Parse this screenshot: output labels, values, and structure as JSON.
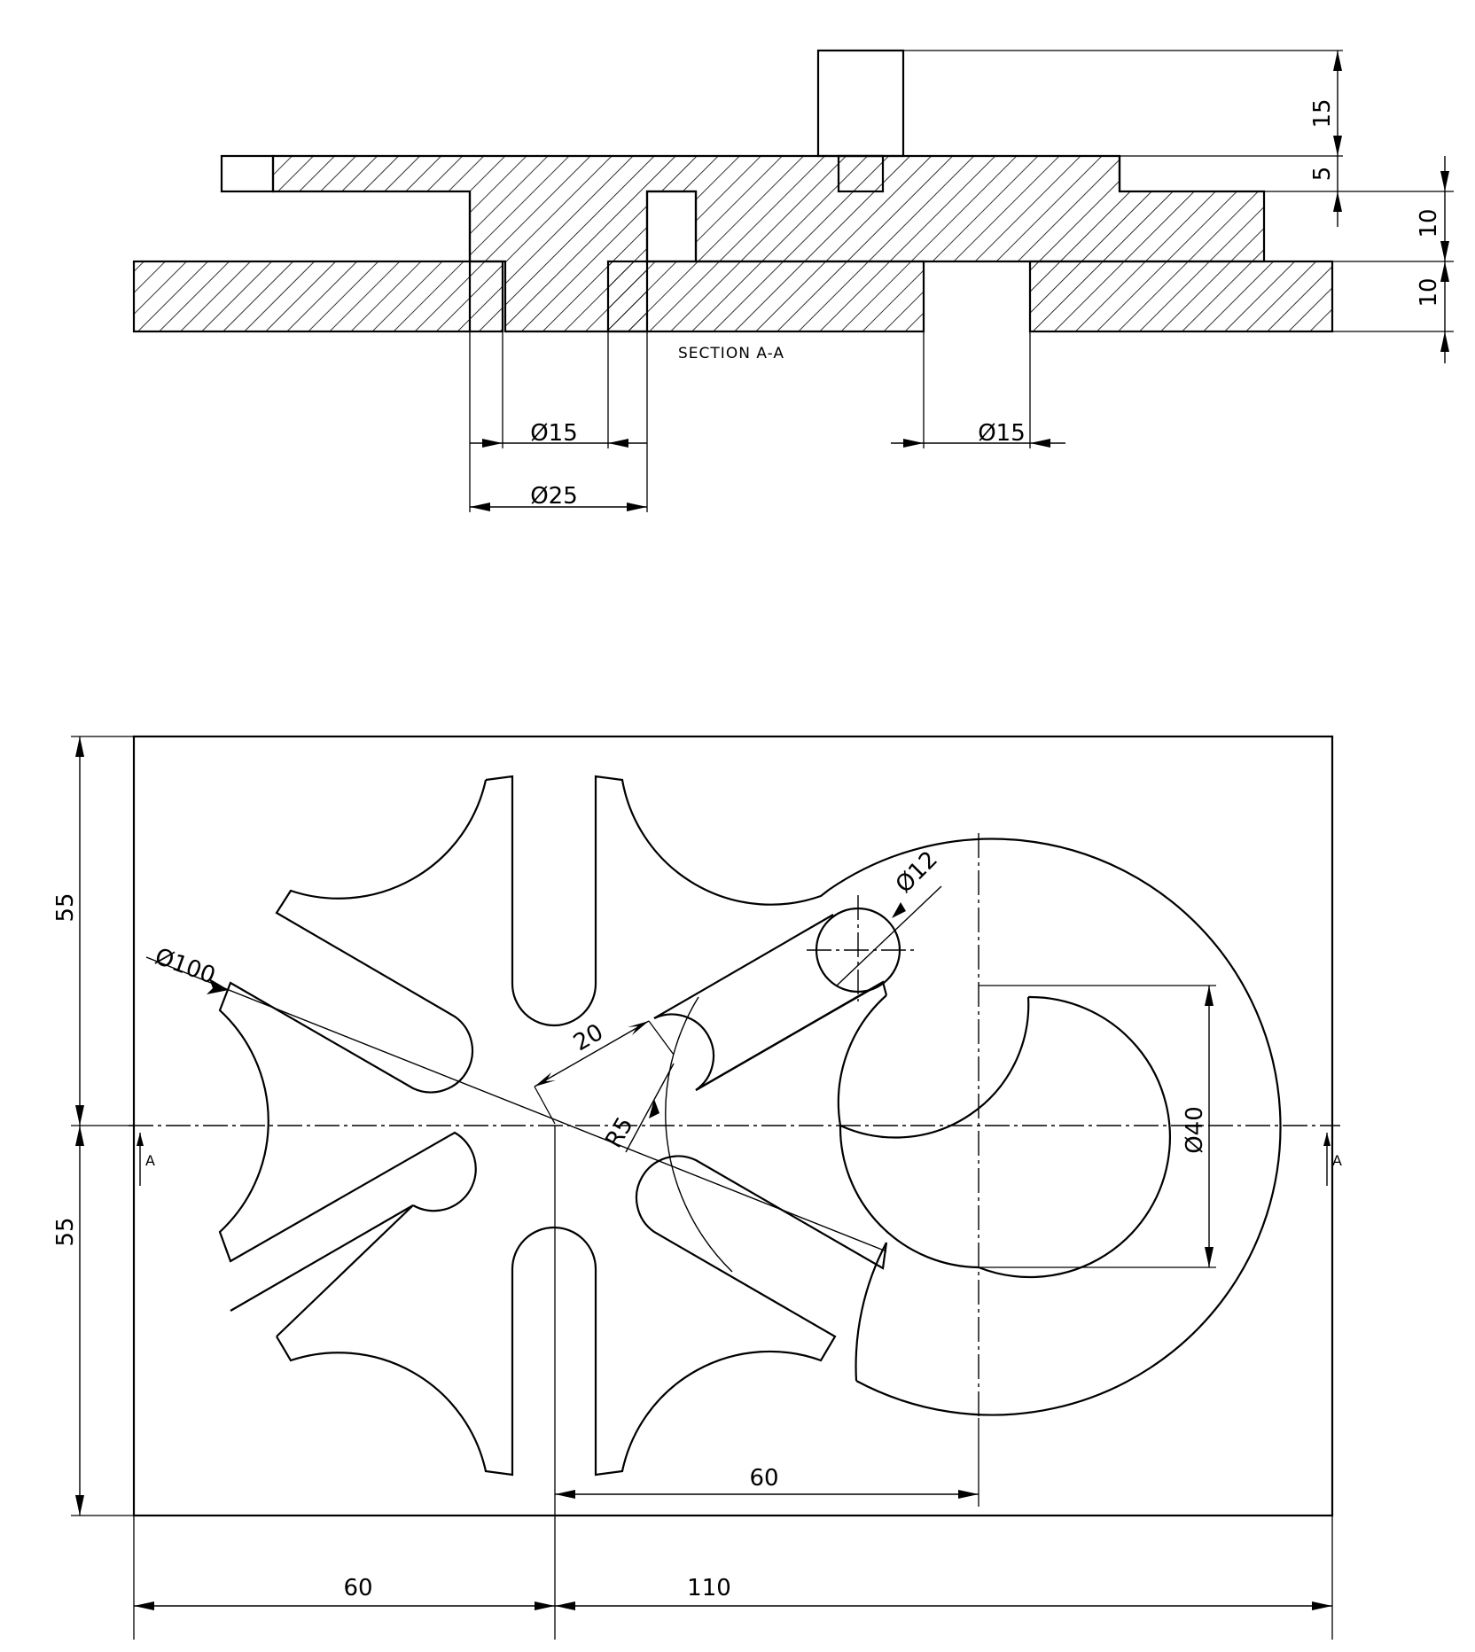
{
  "section_title": "SECTION A-A",
  "section_marker": "A",
  "dimensions": {
    "height_pin": "15",
    "height_step": "5",
    "height_mid": "10",
    "height_base": "10",
    "dia_hole_left": "Ø15",
    "dia_hole_right": "Ø15",
    "dia_counterbore": "Ø25",
    "half_width_top": "55",
    "half_width_bottom": "55",
    "dia_bolt_circle": "Ø100",
    "slot_width": "20",
    "slot_radius": "R5",
    "dia_pin": "Ø12",
    "dia_bore": "Ø40",
    "center_offset": "60",
    "length_left": "60",
    "length_right": "110"
  }
}
